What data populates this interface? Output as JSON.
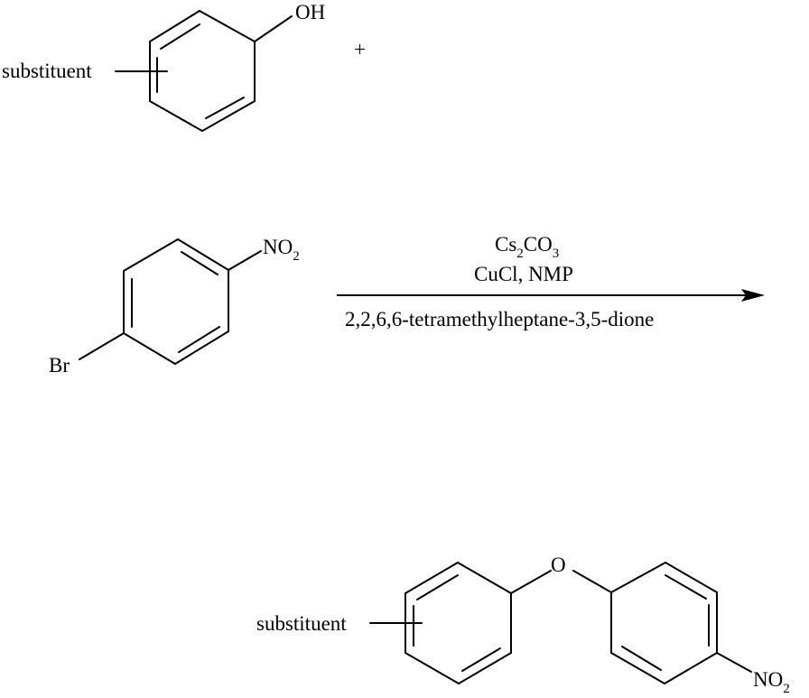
{
  "reactant_1": {
    "substituent_label": "substituent",
    "oh_label": "OH"
  },
  "plus_sign": "+",
  "reactant_2": {
    "nitro": {
      "main": "NO",
      "sub": "2"
    },
    "bromo_label": "Br"
  },
  "conditions": {
    "base": {
      "parts": [
        "Cs",
        "2",
        "CO",
        "3"
      ]
    },
    "catalyst_solvent": "CuCl, NMP",
    "ligand": "2,2,6,6-tetramethylheptane-3,5-dione"
  },
  "product": {
    "substituent_label": "substituent",
    "oxygen_label": "O",
    "nitro": {
      "main": "NO",
      "sub": "2"
    }
  }
}
